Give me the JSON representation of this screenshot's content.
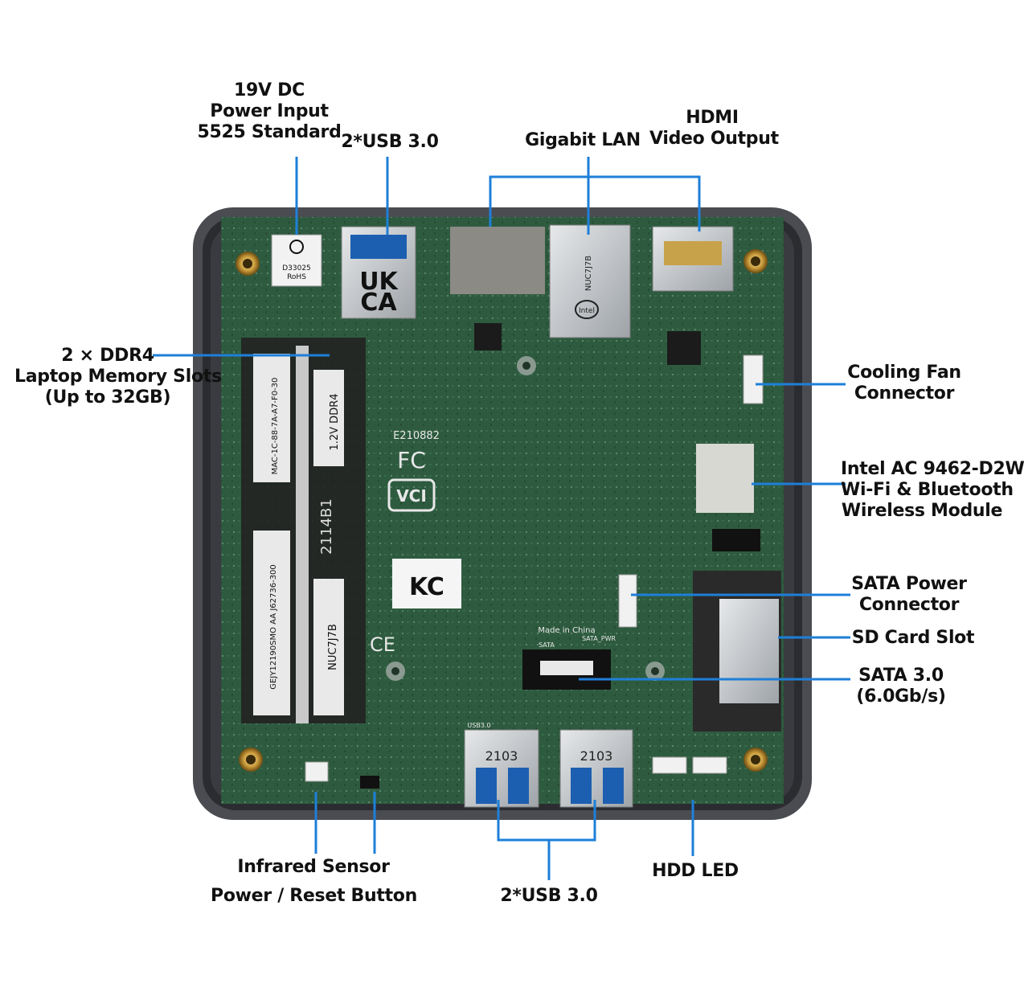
{
  "labels": {
    "power_input": [
      "19V DC",
      "Power Input",
      "5525 Standard"
    ],
    "usb_top": "2*USB 3.0",
    "gigabit_lan": "Gigabit LAN",
    "hdmi": [
      "HDMI",
      "Video Output"
    ],
    "ddr4": [
      "2 × DDR4",
      "Laptop Memory Slots",
      "(Up to 32GB)"
    ],
    "cooling_fan": [
      "Cooling Fan",
      "Connector"
    ],
    "wifi": [
      "Intel AC 9462-D2W",
      "Wi-Fi & Bluetooth",
      "Wireless Module"
    ],
    "sata_power": [
      "SATA Power",
      "Connector"
    ],
    "sd_card": "SD Card Slot",
    "sata3": [
      "SATA 3.0",
      "(6.0Gb/s)"
    ],
    "infrared": "Infrared Sensor",
    "power_reset": "Power / Reset Button",
    "usb_bottom": "2*USB 3.0",
    "hdd_led": "HDD LED"
  },
  "board_marks": {
    "dc_jack": [
      "D33025",
      "RoHS"
    ],
    "ukca": [
      "UK",
      "CA"
    ],
    "lan_chip": [
      "NUC7J7B",
      "Intel"
    ],
    "ram_sticker_1": "MAC-1C-88-7A-A7-F0-30",
    "ram_sticker_2": "GEJY12190SMO  AA  J62736-300",
    "ddr4_text": "1.2V DDR4",
    "ram_code": "2114B1",
    "nuc_code": "NUC7J7B",
    "ul_number": "E210882",
    "fc": "FC",
    "vci": "VCI",
    "kc": "KC",
    "ce": "CE",
    "made_in": "Made in China",
    "sata_pwr": "SATA_PWR",
    "sata": "SATA",
    "usb_left_code": "2103",
    "usb_right_code": "2103",
    "usb3": "USB3.0"
  },
  "colors": {
    "callout": "#1e7fd8",
    "pcb": "#2d5a3e",
    "case": "#3b3d42",
    "brass": "#c99a3a"
  }
}
